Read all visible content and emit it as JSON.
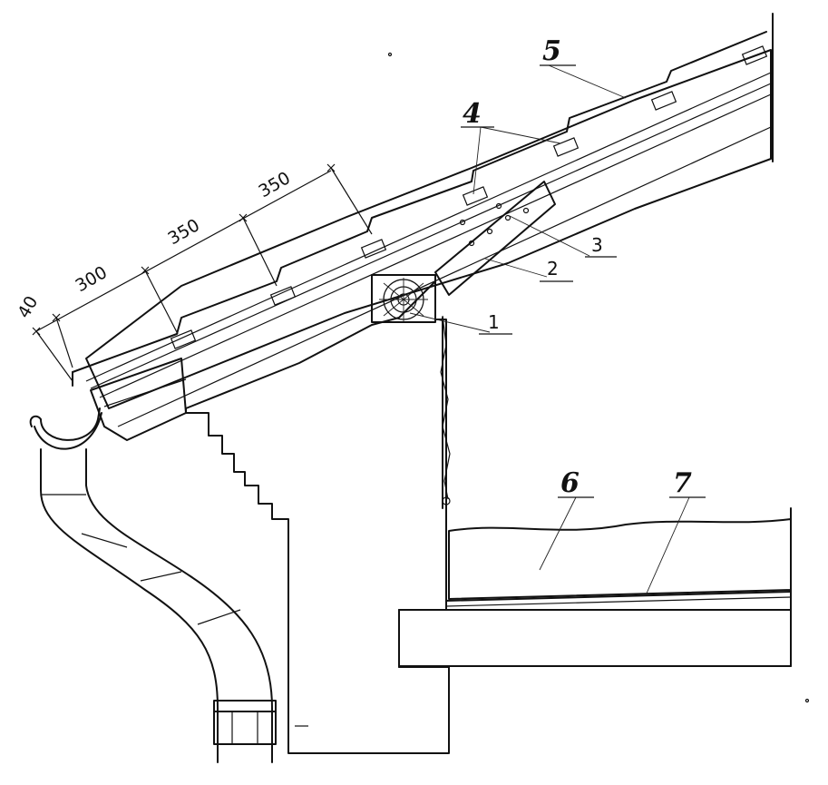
{
  "dimensions": {
    "d1": "40",
    "d2": "300",
    "d3": "350",
    "d4": "350"
  },
  "callouts": {
    "c1": "1",
    "c2": "2",
    "c3": "3",
    "c4": "4",
    "c5": "5",
    "c6": "6",
    "c7": "7"
  }
}
